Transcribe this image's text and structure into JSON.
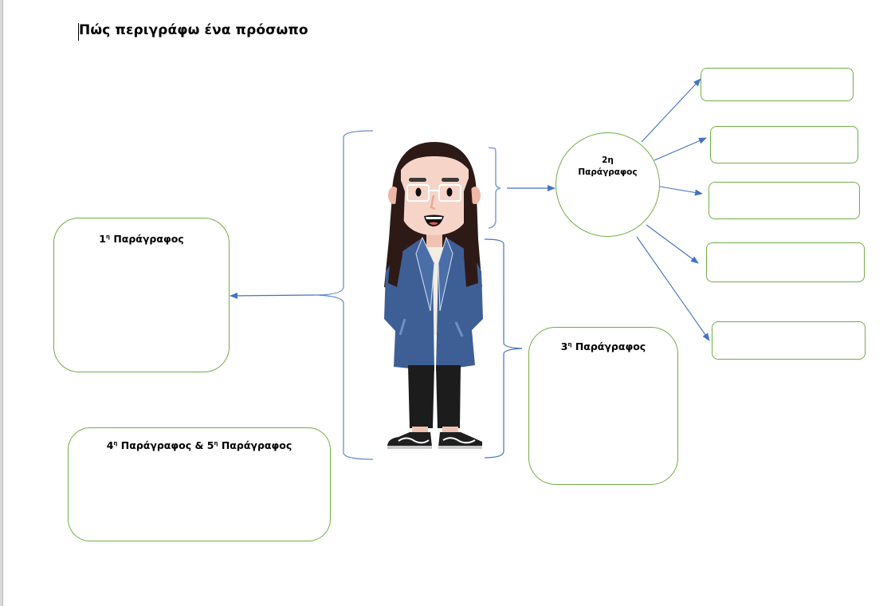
{
  "title": "Πώς περιγράφω ένα πρόσωπο",
  "boxes": {
    "p1": {
      "num": "1",
      "sup": "η",
      "label": "Παράγραφος"
    },
    "p3": {
      "num": "3",
      "sup": "η",
      "label": "Παράγραφος"
    },
    "p45": {
      "num1": "4",
      "sup1": "η",
      "label1": "Παράγραφος &",
      "num2": "5",
      "sup2": "η",
      "label2": "Παράγραφος"
    }
  },
  "circle": {
    "line1": "2η",
    "line2": "Παράγραφος"
  },
  "answer_boxes": [
    {
      "id": "feature-1",
      "text": ""
    },
    {
      "id": "feature-2",
      "text": ""
    },
    {
      "id": "feature-3",
      "text": ""
    },
    {
      "id": "feature-4",
      "text": ""
    },
    {
      "id": "feature-5",
      "text": ""
    }
  ],
  "colors": {
    "box_border": "#70ad47",
    "arrow": "#4472c4",
    "bracket": "#4472c4"
  },
  "illustration": {
    "subject": "person-illustration"
  }
}
